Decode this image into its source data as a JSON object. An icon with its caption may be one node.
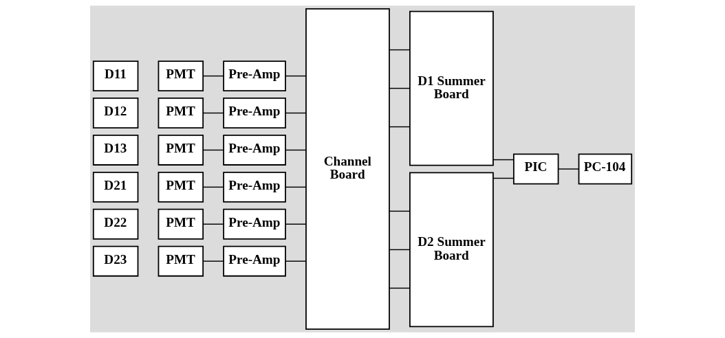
{
  "diagram": {
    "nodes": [
      {
        "text": [
          "D11"
        ]
      },
      {
        "text": [
          "PMT"
        ]
      },
      {
        "text": [
          "Pre-Amp"
        ]
      },
      {
        "text": [
          "D12"
        ]
      },
      {
        "text": [
          "PMT"
        ]
      },
      {
        "text": [
          "Pre-Amp"
        ]
      },
      {
        "text": [
          "D13"
        ]
      },
      {
        "text": [
          "PMT"
        ]
      },
      {
        "text": [
          "Pre-Amp"
        ]
      },
      {
        "text": [
          "D21"
        ]
      },
      {
        "text": [
          "PMT"
        ]
      },
      {
        "text": [
          "Pre-Amp"
        ]
      },
      {
        "text": [
          "D22"
        ]
      },
      {
        "text": [
          "PMT"
        ]
      },
      {
        "text": [
          "Pre-Amp"
        ]
      },
      {
        "text": [
          "D23"
        ]
      },
      {
        "text": [
          "PMT"
        ]
      },
      {
        "text": [
          "Pre-Amp"
        ]
      },
      {
        "text": [
          "Channel Board"
        ]
      },
      {
        "text": [
          "D1 Summer Board"
        ]
      },
      {
        "text": [
          "D2 Summer Board"
        ]
      },
      {
        "text": [
          "PIC"
        ]
      },
      {
        "text": [
          "PC-104"
        ]
      }
    ],
    "edges": [
      {
        "from": 1,
        "to": 2,
        "arrow": "none"
      },
      {
        "from": 4,
        "to": 5,
        "arrow": "none"
      },
      {
        "from": 7,
        "to": 8,
        "arrow": "none"
      },
      {
        "from": 10,
        "to": 11,
        "arrow": "none"
      },
      {
        "from": 13,
        "to": 14,
        "arrow": "none"
      },
      {
        "from": 16,
        "to": 17,
        "arrow": "none"
      },
      {
        "from": 2,
        "to": 18,
        "arrow": "none"
      },
      {
        "from": 5,
        "to": 18,
        "arrow": "none"
      },
      {
        "from": 8,
        "to": 18,
        "arrow": "none"
      },
      {
        "from": 11,
        "to": 18,
        "arrow": "none"
      },
      {
        "from": 14,
        "to": 18,
        "arrow": "none"
      },
      {
        "from": 17,
        "to": 18,
        "arrow": "none"
      },
      {
        "from": 18,
        "to": 19,
        "arrow": "none"
      },
      {
        "from": 18,
        "to": 19,
        "arrow": "none"
      },
      {
        "from": 18,
        "to": 19,
        "arrow": "none"
      },
      {
        "from": 18,
        "to": 20,
        "arrow": "none"
      },
      {
        "from": 18,
        "to": 20,
        "arrow": "none"
      },
      {
        "from": 18,
        "to": 20,
        "arrow": "none"
      },
      {
        "from": 19,
        "to": 21,
        "arrow": "none"
      },
      {
        "from": 20,
        "to": 21,
        "arrow": "none"
      },
      {
        "from": 21,
        "to": 22,
        "arrow": "none"
      }
    ]
  }
}
